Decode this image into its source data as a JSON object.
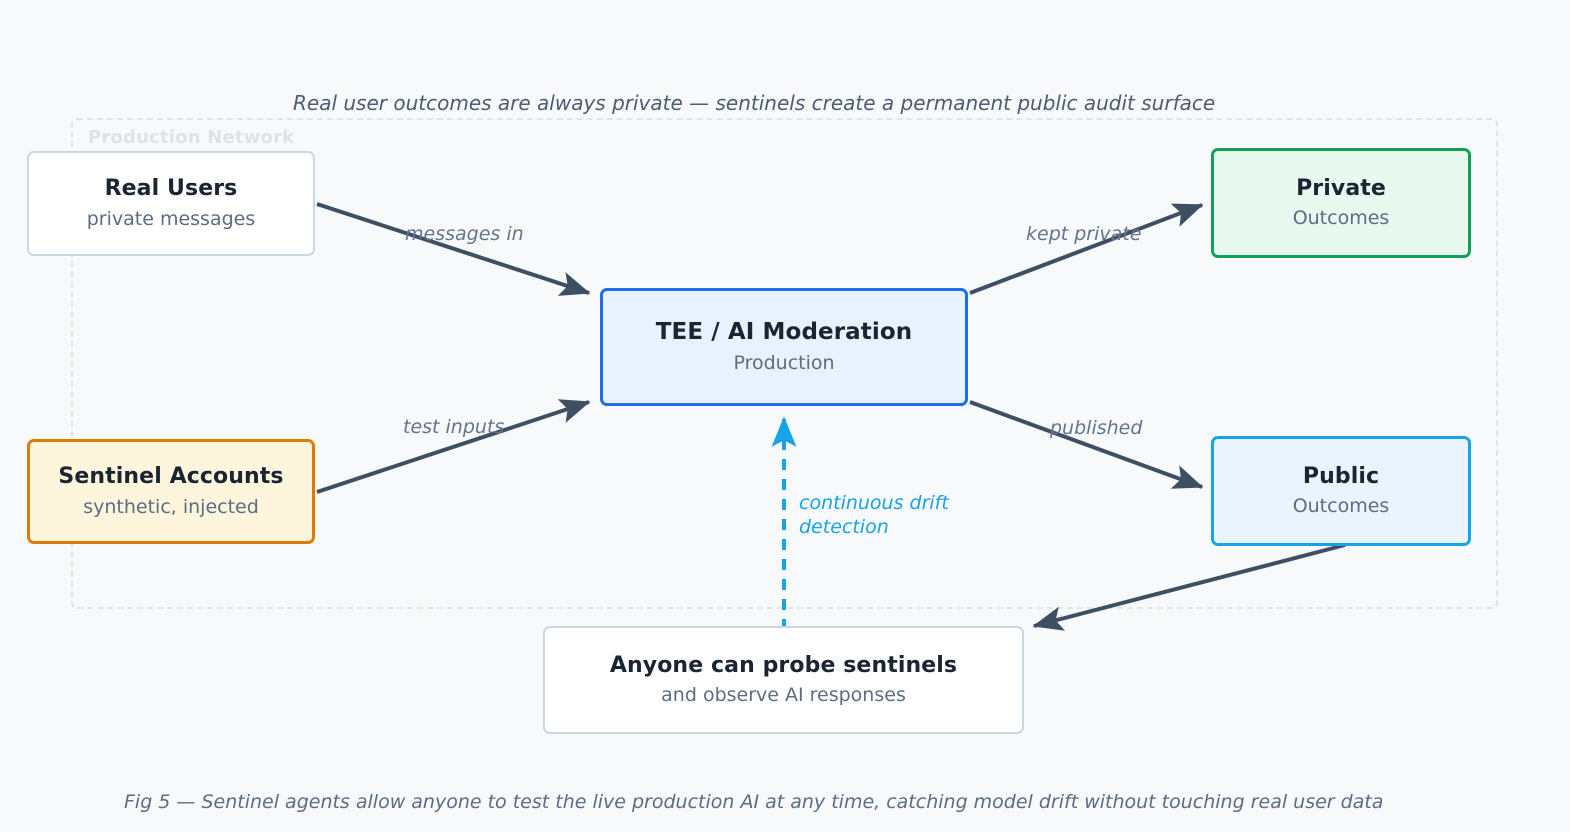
{
  "banner": {
    "text": "Real user outcomes are always private — sentinels create a permanent public audit surface"
  },
  "caption": {
    "text": "Fig 5 — Sentinel agents allow anyone to test the live production AI at any time, catching model drift without touching real user data"
  },
  "zone": {
    "label": "Production Network"
  },
  "nodes": {
    "real_users": {
      "title": "Real Users",
      "subtitle": "private messages"
    },
    "sentinels": {
      "title": "Sentinel Accounts",
      "subtitle": "synthetic, injected"
    },
    "tee": {
      "title": "TEE  /  AI Moderation",
      "subtitle": "Production"
    },
    "private": {
      "title": "Private",
      "subtitle": "Outcomes"
    },
    "public": {
      "title": "Public",
      "subtitle": "Outcomes"
    },
    "probe": {
      "title": "Anyone can probe sentinels",
      "subtitle": "and observe AI responses"
    }
  },
  "edges": {
    "messages_in": "messages in",
    "test_inputs": "test inputs",
    "kept_private": "kept private",
    "published": "published",
    "drift_line1": "continuous drift",
    "drift_line2": "detection"
  },
  "colors": {
    "background": "#f7f9fb",
    "arrow": "#3f4f63",
    "zone_border": "#dfe5ec",
    "zone_label": "#dde3eb",
    "tee_border": "#1e6cf0",
    "tee_fill": "#e8f1ff",
    "amber_border": "#dd7b06",
    "amber_fill": "#fdf6dd",
    "green_border": "#10a05c",
    "green_fill": "#e8faf0",
    "cyan_border": "#14a5e8",
    "cyan_fill": "#eaf4fe",
    "drift_arrow": "#17a3e6",
    "title_text": "#1b2432",
    "subtitle_text": "#5d6c81"
  }
}
